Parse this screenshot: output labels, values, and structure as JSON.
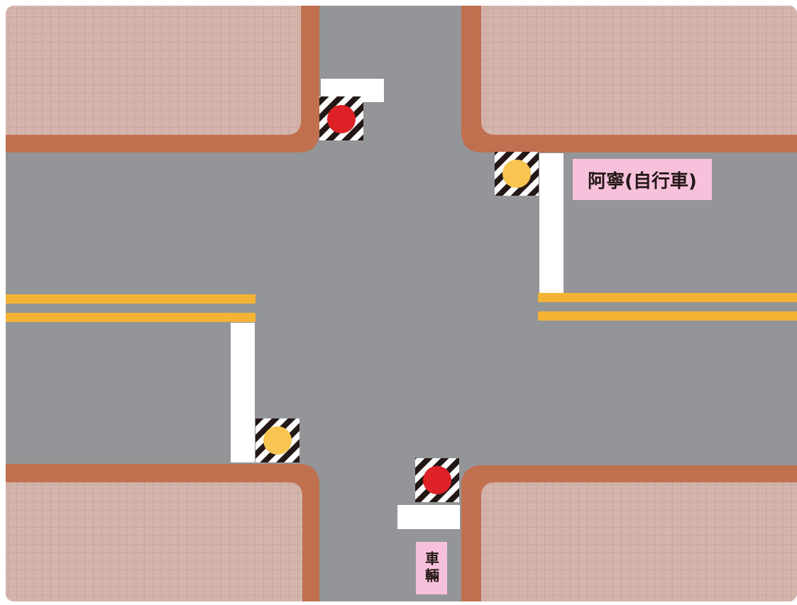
{
  "labels": {
    "cyclist": "阿寧(自行車)",
    "vehicle": "車輛"
  },
  "signals": [
    {
      "id": "north",
      "color_name": "red"
    },
    {
      "id": "east",
      "color_name": "amber"
    },
    {
      "id": "west",
      "color_name": "amber"
    },
    {
      "id": "south",
      "color_name": "red"
    }
  ],
  "colors": {
    "road": "#939598",
    "sidewalk": "#d4b5ad",
    "grid": "#c09a92",
    "curb": "#c1704f",
    "center_line": "#f5b335",
    "stop_line": "#ffffff",
    "signal_red": "#dd2127",
    "signal_amber": "#f7c550",
    "label_bg": "#f7c1dc"
  }
}
